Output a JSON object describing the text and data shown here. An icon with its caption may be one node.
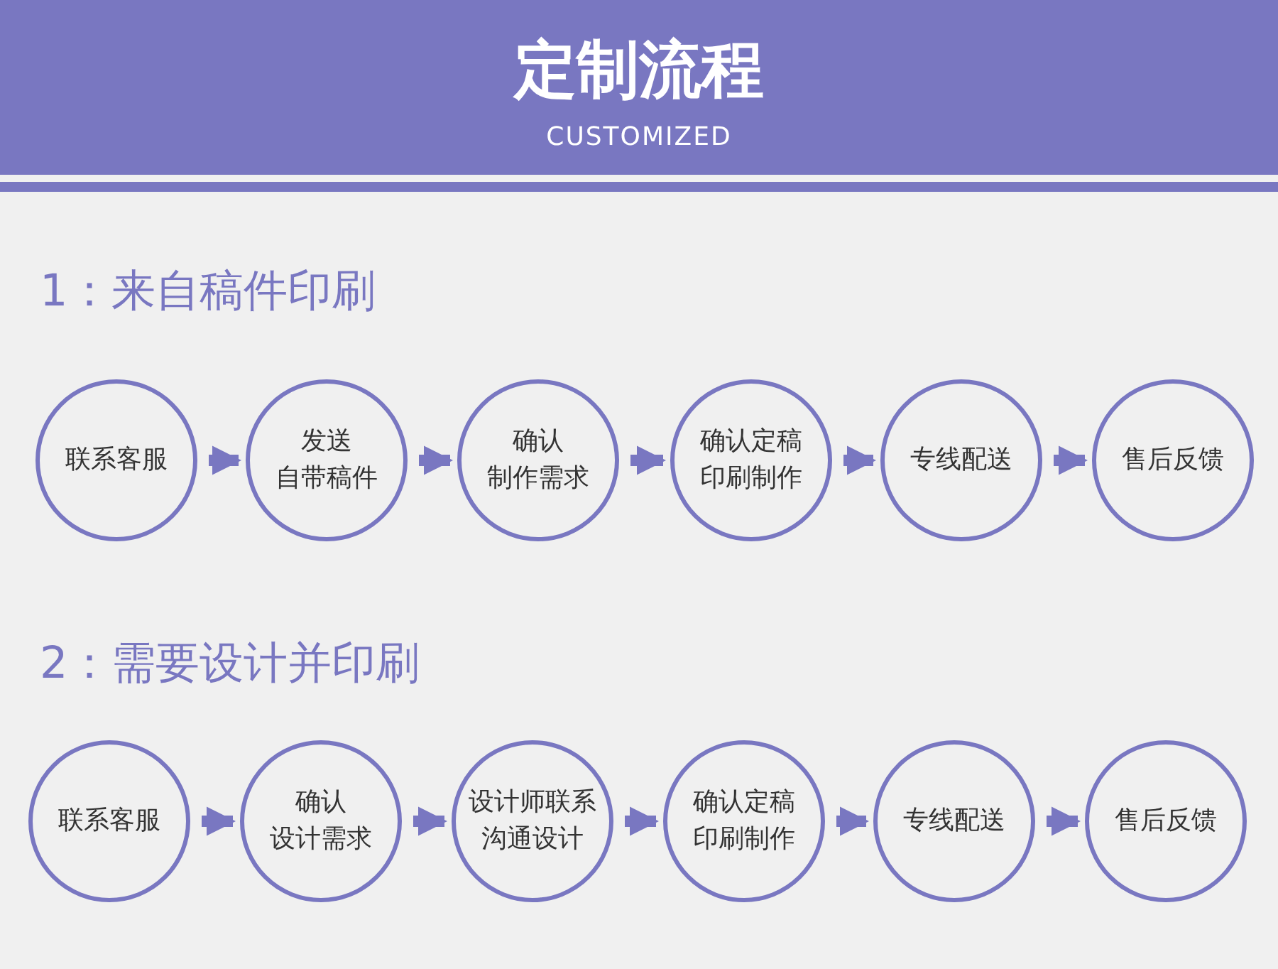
{
  "diagram": {
    "title": "定制流程",
    "nodes": [
      {
        "text": [
          "联系客服"
        ]
      },
      {
        "text": [
          "发送自带稿件"
        ]
      },
      {
        "text": [
          "确认制作需求"
        ]
      },
      {
        "text": [
          "确认定稿印刷制作"
        ]
      },
      {
        "text": [
          "专线配送"
        ]
      },
      {
        "text": [
          "售后反馈"
        ]
      },
      {
        "text": [
          "联系客服"
        ]
      },
      {
        "text": [
          "确认设计需求"
        ]
      },
      {
        "text": [
          "设计师联系沟通设计"
        ]
      },
      {
        "text": [
          "确认定稿印刷制作"
        ]
      },
      {
        "text": [
          "专线配送"
        ]
      },
      {
        "text": [
          "售后反馈"
        ]
      }
    ],
    "edges": [
      {
        "from": 0,
        "to": 1,
        "arrow": "to"
      },
      {
        "from": 1,
        "to": 2,
        "arrow": "to"
      },
      {
        "from": 2,
        "to": 3,
        "arrow": "to"
      },
      {
        "from": 3,
        "to": 4,
        "arrow": "to"
      },
      {
        "from": 4,
        "to": 5,
        "arrow": "to"
      },
      {
        "from": 6,
        "to": 7,
        "arrow": "to"
      },
      {
        "from": 7,
        "to": 8,
        "arrow": "to"
      },
      {
        "from": 8,
        "to": 9,
        "arrow": "to"
      },
      {
        "from": 9,
        "to": 10,
        "arrow": "to"
      },
      {
        "from": 10,
        "to": 11,
        "arrow": "to"
      }
    ],
    "labels": [
      "CUSTOMIZED",
      "1：来自稿件印刷",
      "2：需要设计并印刷"
    ]
  }
}
